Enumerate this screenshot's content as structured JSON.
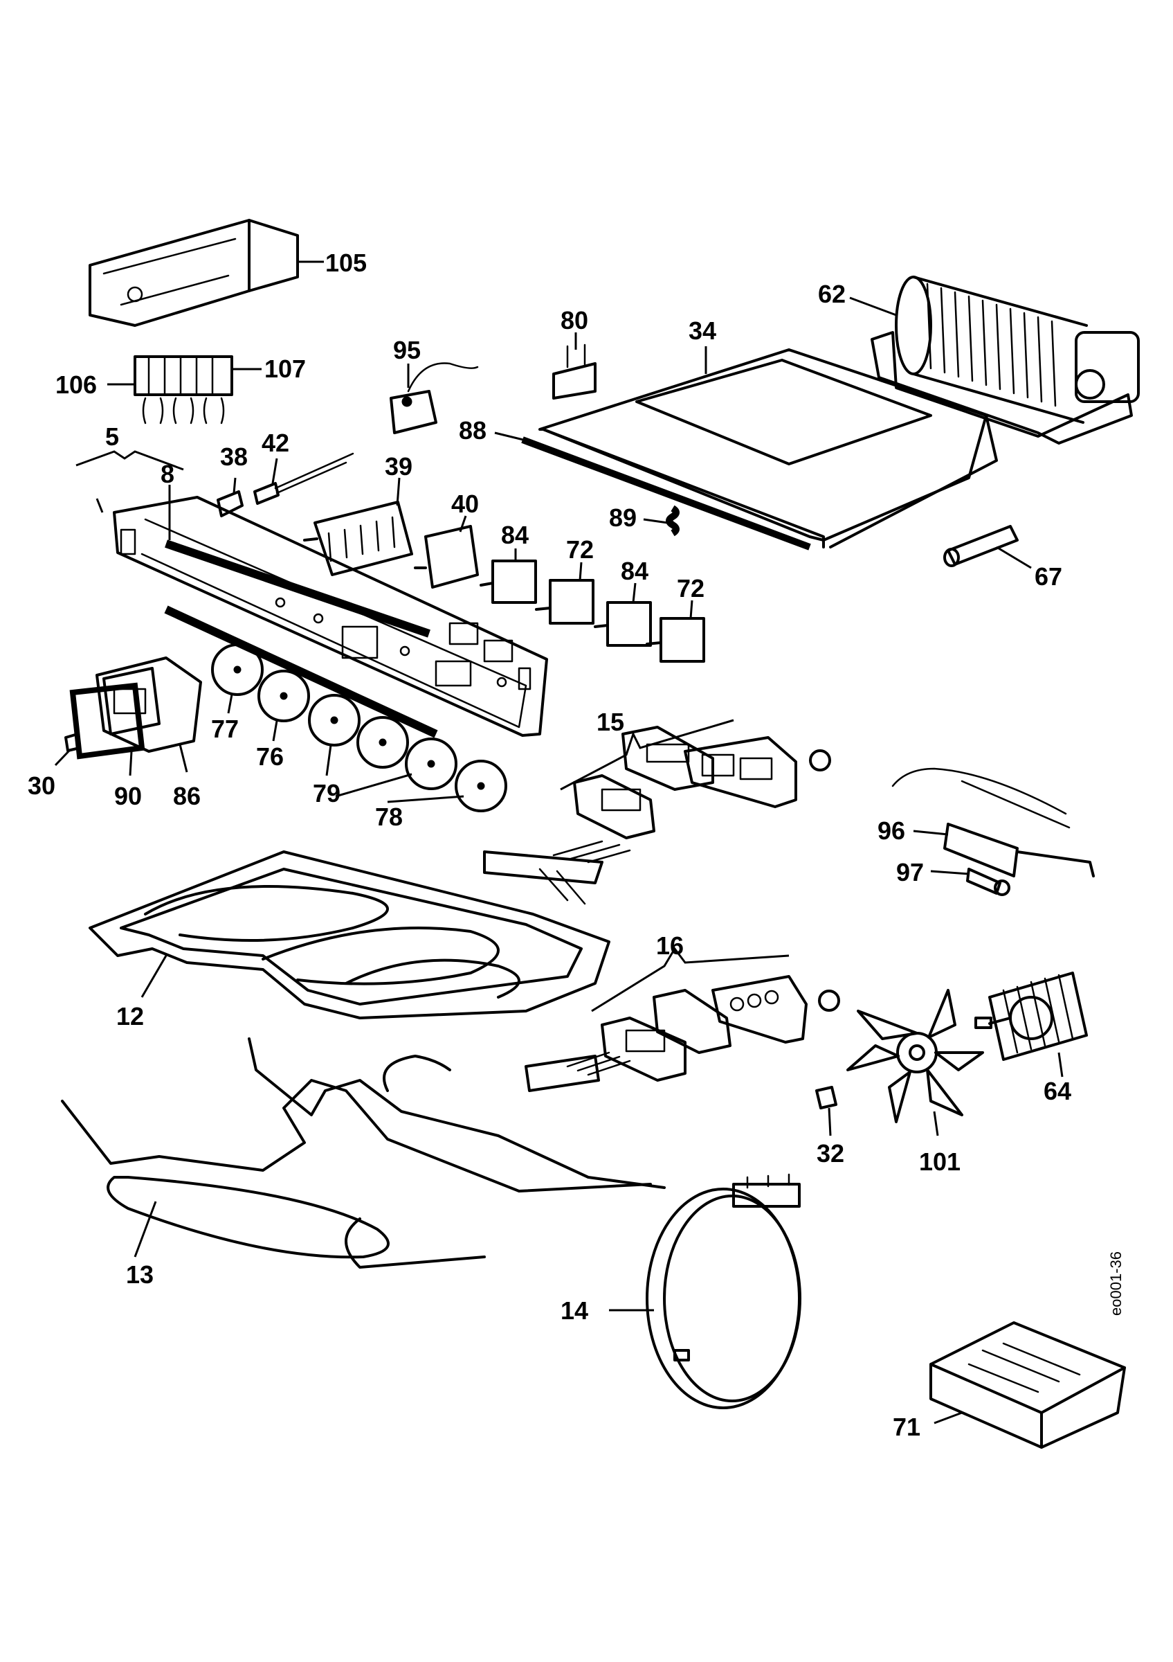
{
  "drawing_code": "eo001-36",
  "labels": {
    "l105": "105",
    "l62": "62",
    "l80": "80",
    "l34": "34",
    "l95": "95",
    "l106": "106",
    "l107": "107",
    "l88": "88",
    "l5": "5",
    "l38": "38",
    "l42": "42",
    "l39": "39",
    "l8": "8",
    "l40": "40",
    "l89": "89",
    "l84a": "84",
    "l72a": "72",
    "l84b": "84",
    "l72b": "72",
    "l67": "67",
    "l77": "77",
    "l76": "76",
    "l79": "79",
    "l78": "78",
    "l30": "30",
    "l90": "90",
    "l86": "86",
    "l15": "15",
    "l96": "96",
    "l97": "97",
    "l12": "12",
    "l16": "16",
    "l64": "64",
    "l32": "32",
    "l101": "101",
    "l13": "13",
    "l14": "14",
    "l71": "71"
  }
}
